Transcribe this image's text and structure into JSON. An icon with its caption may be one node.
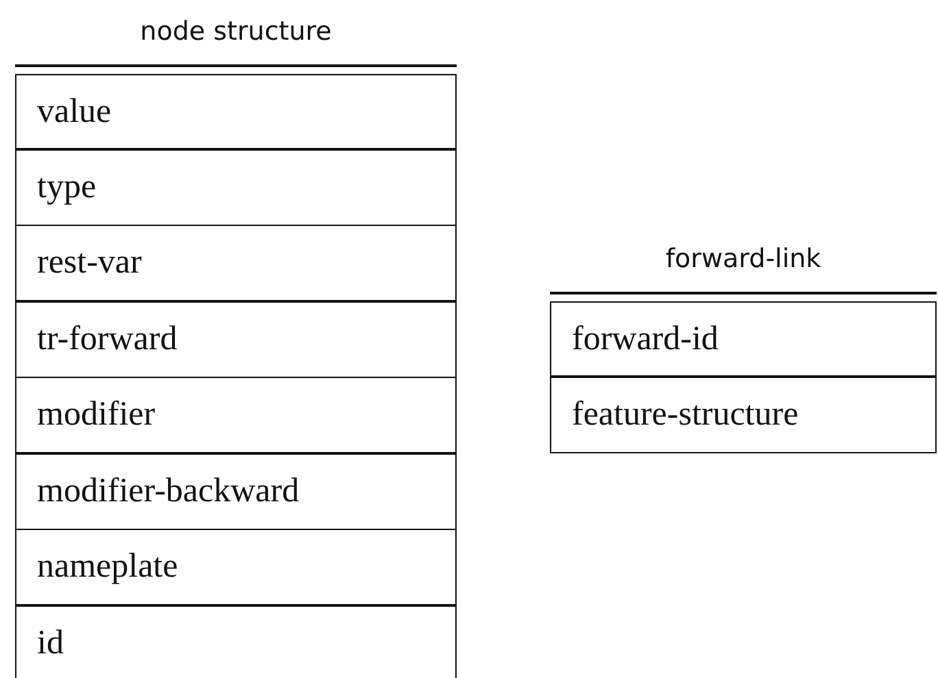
{
  "diagram": {
    "nodes": [
      {
        "text": [
          "node structure"
        ]
      },
      {
        "text": [
          "value"
        ],
        "in": 0
      },
      {
        "text": [
          "type"
        ],
        "in": 0
      },
      {
        "text": [
          "rest-var"
        ],
        "in": 0
      },
      {
        "text": [
          "tr-forward"
        ],
        "in": 0
      },
      {
        "text": [
          "modifier"
        ],
        "in": 0
      },
      {
        "text": [
          "modifier-backward"
        ],
        "in": 0
      },
      {
        "text": [
          "nameplate"
        ],
        "in": 0
      },
      {
        "text": [
          "id"
        ],
        "in": 0
      },
      {
        "text": [
          "forward-link"
        ]
      },
      {
        "text": [
          "forward-id"
        ],
        "in": 9
      },
      {
        "text": [
          "feature-structure"
        ],
        "in": 9
      }
    ]
  }
}
